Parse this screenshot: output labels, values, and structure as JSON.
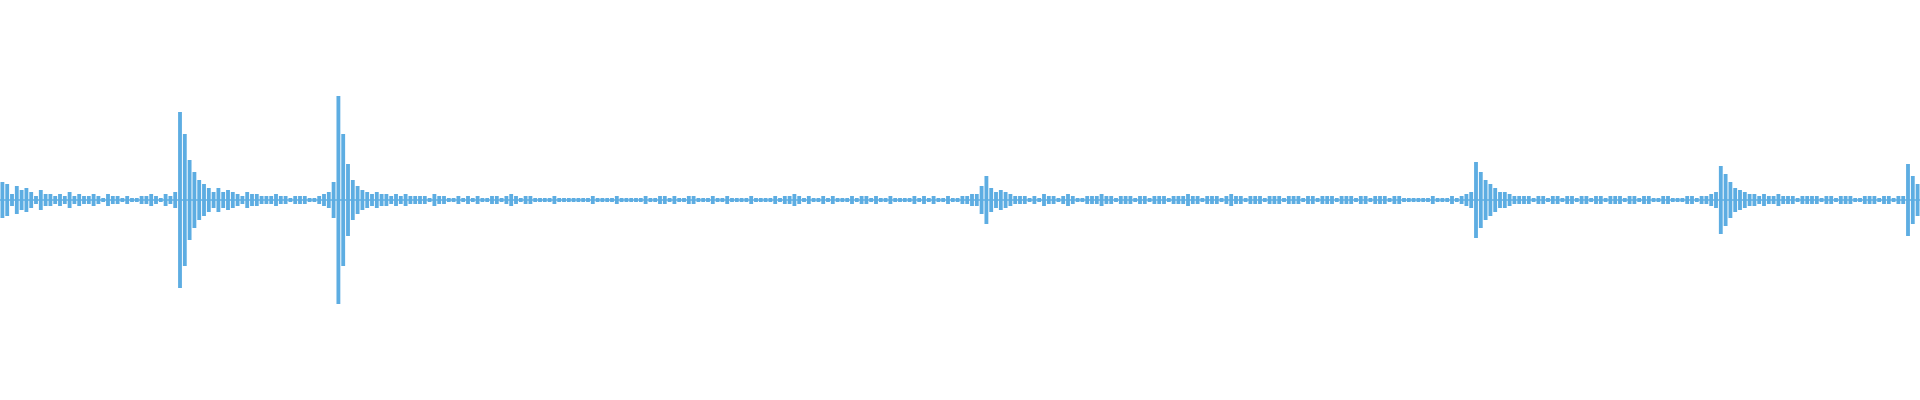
{
  "waveform": {
    "color": "#5dade2",
    "peaks": [
      0.09,
      0.08,
      0.03,
      0.07,
      0.05,
      0.06,
      0.04,
      0.02,
      0.05,
      0.03,
      0.03,
      0.02,
      0.03,
      0.02,
      0.04,
      0.02,
      0.03,
      0.02,
      0.02,
      0.03,
      0.02,
      0.01,
      0.03,
      0.02,
      0.02,
      0.01,
      0.02,
      0.01,
      0.01,
      0.02,
      0.02,
      0.03,
      0.02,
      0.01,
      0.03,
      0.02,
      0.04,
      0.44,
      0.33,
      0.2,
      0.14,
      0.1,
      0.08,
      0.06,
      0.04,
      0.06,
      0.04,
      0.05,
      0.04,
      0.03,
      0.02,
      0.04,
      0.03,
      0.03,
      0.02,
      0.02,
      0.02,
      0.03,
      0.02,
      0.02,
      0.01,
      0.02,
      0.02,
      0.02,
      0.01,
      0.01,
      0.02,
      0.03,
      0.04,
      0.09,
      0.52,
      0.33,
      0.18,
      0.1,
      0.07,
      0.05,
      0.04,
      0.03,
      0.04,
      0.03,
      0.03,
      0.02,
      0.03,
      0.02,
      0.03,
      0.02,
      0.02,
      0.02,
      0.02,
      0.01,
      0.03,
      0.02,
      0.02,
      0.01,
      0.01,
      0.02,
      0.01,
      0.02,
      0.01,
      0.02,
      0.01,
      0.01,
      0.02,
      0.02,
      0.01,
      0.02,
      0.03,
      0.02,
      0.01,
      0.02,
      0.02,
      0.01,
      0.01,
      0.01,
      0.01,
      0.02,
      0.01,
      0.01,
      0.01,
      0.01,
      0.01,
      0.01,
      0.01,
      0.02,
      0.01,
      0.01,
      0.01,
      0.01,
      0.02,
      0.01,
      0.01,
      0.01,
      0.01,
      0.01,
      0.02,
      0.01,
      0.01,
      0.02,
      0.02,
      0.01,
      0.02,
      0.01,
      0.01,
      0.02,
      0.02,
      0.01,
      0.01,
      0.01,
      0.02,
      0.01,
      0.01,
      0.02,
      0.01,
      0.01,
      0.01,
      0.01,
      0.02,
      0.01,
      0.01,
      0.01,
      0.01,
      0.02,
      0.01,
      0.02,
      0.02,
      0.03,
      0.02,
      0.01,
      0.02,
      0.01,
      0.01,
      0.02,
      0.01,
      0.02,
      0.01,
      0.01,
      0.01,
      0.02,
      0.01,
      0.02,
      0.02,
      0.01,
      0.02,
      0.01,
      0.01,
      0.02,
      0.01,
      0.01,
      0.01,
      0.01,
      0.02,
      0.01,
      0.02,
      0.01,
      0.02,
      0.01,
      0.01,
      0.02,
      0.01,
      0.01,
      0.02,
      0.02,
      0.03,
      0.03,
      0.07,
      0.12,
      0.06,
      0.04,
      0.05,
      0.04,
      0.03,
      0.02,
      0.02,
      0.02,
      0.01,
      0.02,
      0.01,
      0.03,
      0.02,
      0.02,
      0.01,
      0.02,
      0.03,
      0.02,
      0.01,
      0.01,
      0.02,
      0.02,
      0.02,
      0.03,
      0.02,
      0.02,
      0.01,
      0.02,
      0.02,
      0.02,
      0.01,
      0.02,
      0.02,
      0.01,
      0.02,
      0.02,
      0.02,
      0.01,
      0.02,
      0.02,
      0.02,
      0.03,
      0.02,
      0.02,
      0.01,
      0.02,
      0.02,
      0.02,
      0.01,
      0.02,
      0.03,
      0.02,
      0.02,
      0.01,
      0.02,
      0.02,
      0.02,
      0.01,
      0.02,
      0.02,
      0.02,
      0.01,
      0.02,
      0.02,
      0.02,
      0.01,
      0.02,
      0.02,
      0.01,
      0.02,
      0.02,
      0.02,
      0.01,
      0.02,
      0.02,
      0.02,
      0.01,
      0.02,
      0.02,
      0.01,
      0.02,
      0.02,
      0.02,
      0.01,
      0.02,
      0.02,
      0.01,
      0.01,
      0.01,
      0.01,
      0.01,
      0.01,
      0.02,
      0.01,
      0.01,
      0.01,
      0.02,
      0.01,
      0.02,
      0.03,
      0.04,
      0.19,
      0.14,
      0.1,
      0.08,
      0.06,
      0.04,
      0.04,
      0.03,
      0.02,
      0.02,
      0.02,
      0.02,
      0.01,
      0.02,
      0.02,
      0.01,
      0.02,
      0.02,
      0.01,
      0.02,
      0.02,
      0.01,
      0.02,
      0.02,
      0.01,
      0.02,
      0.02,
      0.01,
      0.02,
      0.02,
      0.02,
      0.01,
      0.02,
      0.02,
      0.01,
      0.02,
      0.02,
      0.01,
      0.01,
      0.02,
      0.02,
      0.01,
      0.01,
      0.01,
      0.02,
      0.02,
      0.01,
      0.02,
      0.02,
      0.03,
      0.04,
      0.17,
      0.13,
      0.09,
      0.06,
      0.05,
      0.04,
      0.03,
      0.03,
      0.02,
      0.03,
      0.02,
      0.02,
      0.03,
      0.02,
      0.02,
      0.02,
      0.01,
      0.02,
      0.02,
      0.02,
      0.02,
      0.01,
      0.02,
      0.02,
      0.01,
      0.02,
      0.02,
      0.02,
      0.01,
      0.01,
      0.02,
      0.02,
      0.02,
      0.01,
      0.02,
      0.02,
      0.01,
      0.02,
      0.02,
      0.18,
      0.12,
      0.08
    ]
  }
}
